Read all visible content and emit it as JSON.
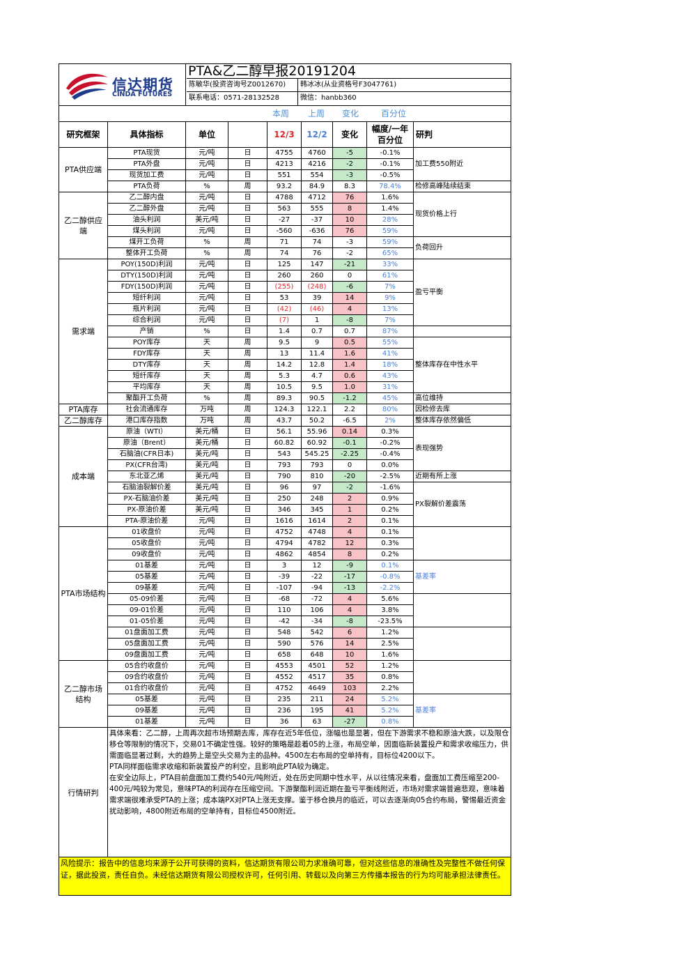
{
  "header": {
    "logo_cn": "信达期货",
    "logo_en": "CINDA FUTURES",
    "title": "PTA&乙二醇早报20191204",
    "analyst1": "陈敏华(投资咨询号Z0012670)",
    "analyst2": "韩冰冰(从业资格号F3047761)",
    "phone": "联系电话：0571-28132528",
    "wechat": "微信：hanbb360"
  },
  "subheader": {
    "this_week": "本周",
    "last_week": "上周",
    "change": "变化",
    "percentile": "百分位"
  },
  "columns": {
    "framework": "研究框架",
    "indicator": "具体指标",
    "unit": "单位",
    "blank": "",
    "d1": "12/3",
    "d2": "12/2",
    "change": "变化",
    "range": "幅度/一年百分位",
    "research": "研判"
  },
  "colors": {
    "up": "#f7c3c7",
    "down": "#c6eac9",
    "red": "#e0262b",
    "blue": "#4a7fd8",
    "risk_bg": "#ffff00"
  },
  "groups": [
    {
      "name": "PTA供应端",
      "rows": [
        {
          "ind": "PTA现货",
          "unit": "元/吨",
          "freq": "日",
          "v1": "4755",
          "v2": "4760",
          "chg": "-5",
          "cc": "dn",
          "pct": "-0.1%",
          "pc": ""
        },
        {
          "ind": "PTA外盘",
          "unit": "元/吨",
          "freq": "日",
          "v1": "4213",
          "v2": "4216",
          "chg": "-2",
          "cc": "dn",
          "pct": "-0.1%",
          "pc": ""
        },
        {
          "ind": "现货加工费",
          "unit": "元/吨",
          "freq": "日",
          "v1": "551",
          "v2": "554",
          "chg": "-3",
          "cc": "dn",
          "pct": "-0.5%",
          "pc": ""
        },
        {
          "ind": "PTA负荷",
          "unit": "%",
          "freq": "周",
          "v1": "93.2",
          "v2": "84.9",
          "chg": "8.3",
          "cc": "",
          "pct": "78.4%",
          "pc": "blue"
        }
      ],
      "research": [
        {
          "text": "加工费550附近",
          "span": 3
        },
        {
          "text": "检修高峰陆续结束",
          "span": 1
        }
      ]
    },
    {
      "name": "乙二醇供应端",
      "rows": [
        {
          "ind": "乙二醇内盘",
          "unit": "元/吨",
          "freq": "日",
          "v1": "4788",
          "v2": "4712",
          "chg": "76",
          "cc": "up",
          "pct": "1.6%",
          "pc": ""
        },
        {
          "ind": "乙二醇外盘",
          "unit": "元/吨",
          "freq": "日",
          "v1": "563",
          "v2": "555",
          "chg": "8",
          "cc": "up",
          "pct": "1.4%",
          "pc": ""
        },
        {
          "ind": "油头利润",
          "unit": "美元/吨",
          "freq": "日",
          "v1": "-27",
          "v2": "-37",
          "chg": "10",
          "cc": "up",
          "pct": "28%",
          "pc": "blue"
        },
        {
          "ind": "煤头利润",
          "unit": "元/吨",
          "freq": "日",
          "v1": "-560",
          "v2": "-636",
          "chg": "76",
          "cc": "up",
          "pct": "59%",
          "pc": "blue"
        },
        {
          "ind": "煤开工负荷",
          "unit": "%",
          "freq": "周",
          "v1": "71",
          "v2": "74",
          "chg": "-3",
          "cc": "",
          "pct": "59%",
          "pc": "blue"
        },
        {
          "ind": "整体开工负荷",
          "unit": "%",
          "freq": "周",
          "v1": "74",
          "v2": "76",
          "chg": "-2",
          "cc": "",
          "pct": "65%",
          "pc": "blue"
        }
      ],
      "research": [
        {
          "text": "现货价格上行",
          "span": 4
        },
        {
          "text": "负荷回升",
          "span": 2
        }
      ]
    },
    {
      "name": "需求端",
      "rows": [
        {
          "ind": "POY(150D)利润",
          "unit": "元/吨",
          "freq": "日",
          "v1": "125",
          "v2": "147",
          "chg": "-21",
          "cc": "dn",
          "pct": "33%",
          "pc": "blue"
        },
        {
          "ind": "DTY(150D)利润",
          "unit": "元/吨",
          "freq": "日",
          "v1": "260",
          "v2": "260",
          "chg": "0",
          "cc": "",
          "pct": "61%",
          "pc": "blue"
        },
        {
          "ind": "FDY(150D)利润",
          "unit": "元/吨",
          "freq": "日",
          "v1": "(255)",
          "v2": "(248)",
          "chg": "-6",
          "cc": "dn",
          "pct": "7%",
          "pc": "blue",
          "vred": true
        },
        {
          "ind": "短纤利润",
          "unit": "元/吨",
          "freq": "日",
          "v1": "53",
          "v2": "39",
          "chg": "14",
          "cc": "up",
          "pct": "9%",
          "pc": "blue"
        },
        {
          "ind": "瓶片利润",
          "unit": "元/吨",
          "freq": "日",
          "v1": "(42)",
          "v2": "(46)",
          "chg": "4",
          "cc": "up",
          "pct": "13%",
          "pc": "blue",
          "vred": true
        },
        {
          "ind": "综合利润",
          "unit": "元/吨",
          "freq": "日",
          "v1": "(7)",
          "v2": "1",
          "chg": "-8",
          "cc": "dn",
          "pct": "7%",
          "pc": "blue",
          "v1red": true
        },
        {
          "ind": "产销",
          "unit": "%",
          "freq": "日",
          "v1": "1.4",
          "v2": "0.7",
          "chg": "0.7",
          "cc": "",
          "pct": "87%",
          "pc": "blue"
        },
        {
          "ind": "POY库存",
          "unit": "天",
          "freq": "周",
          "v1": "9.5",
          "v2": "9",
          "chg": "0.5",
          "cc": "up",
          "pct": "55%",
          "pc": "blue"
        },
        {
          "ind": "FDY库存",
          "unit": "天",
          "freq": "周",
          "v1": "13",
          "v2": "11.4",
          "chg": "1.6",
          "cc": "up",
          "pct": "41%",
          "pc": "blue"
        },
        {
          "ind": "DTY库存",
          "unit": "天",
          "freq": "周",
          "v1": "14.2",
          "v2": "12.8",
          "chg": "1.4",
          "cc": "up",
          "pct": "18%",
          "pc": "blue"
        },
        {
          "ind": "短纤库存",
          "unit": "天",
          "freq": "周",
          "v1": "5.3",
          "v2": "4.7",
          "chg": "0.6",
          "cc": "up",
          "pct": "43%",
          "pc": "blue"
        },
        {
          "ind": "平均库存",
          "unit": "天",
          "freq": "周",
          "v1": "10.5",
          "v2": "9.5",
          "chg": "1.0",
          "cc": "up",
          "pct": "31%",
          "pc": "blue"
        },
        {
          "ind": "聚酯开工负荷",
          "unit": "%",
          "freq": "周",
          "v1": "89.3",
          "v2": "90.5",
          "chg": "-1.2",
          "cc": "dn",
          "pct": "45%",
          "pc": "blue"
        }
      ],
      "research": [
        {
          "text": "盈亏平衡",
          "span": 6
        },
        {
          "text": "",
          "span": 1
        },
        {
          "text": "整体库存在中性水平",
          "span": 5
        },
        {
          "text": "高位维持",
          "span": 1
        }
      ]
    },
    {
      "name": "PTA库存",
      "rows": [
        {
          "ind": "社会流通库存",
          "unit": "万吨",
          "freq": "周",
          "v1": "124.3",
          "v2": "122.1",
          "chg": "2.2",
          "cc": "",
          "pct": "80%",
          "pc": "blue"
        }
      ],
      "research": [
        {
          "text": "因检修去库",
          "span": 1
        }
      ]
    },
    {
      "name": "乙二醇库存",
      "rows": [
        {
          "ind": "港口库存指数",
          "unit": "万吨",
          "freq": "周",
          "v1": "43.7",
          "v2": "50.2",
          "chg": "-6.5",
          "cc": "",
          "pct": "2%",
          "pc": "blue"
        }
      ],
      "research": [
        {
          "text": "整体库存依然偏低",
          "span": 1
        }
      ]
    },
    {
      "name": "成本端",
      "rows": [
        {
          "ind": "原油（WTI）",
          "unit": "美元/桶",
          "freq": "日",
          "v1": "56.1",
          "v2": "55.96",
          "chg": "0.14",
          "cc": "up",
          "pct": "0.3%",
          "pc": ""
        },
        {
          "ind": "原油（Brent）",
          "unit": "美元/桶",
          "freq": "日",
          "v1": "60.82",
          "v2": "60.92",
          "chg": "-0.1",
          "cc": "dn",
          "pct": "-0.2%",
          "pc": ""
        },
        {
          "ind": "石脑油(CFR日本)",
          "unit": "美元/吨",
          "freq": "日",
          "v1": "543",
          "v2": "545.25",
          "chg": "-2.25",
          "cc": "dn",
          "pct": "-0.4%",
          "pc": ""
        },
        {
          "ind": "PX(CFR台湾)",
          "unit": "美元/吨",
          "freq": "日",
          "v1": "793",
          "v2": "793",
          "chg": "0",
          "cc": "",
          "pct": "0.0%",
          "pc": ""
        },
        {
          "ind": "东北亚乙烯",
          "unit": "美元/吨",
          "freq": "日",
          "v1": "790",
          "v2": "810",
          "chg": "-20",
          "cc": "dn",
          "pct": "-2.5%",
          "pc": ""
        },
        {
          "ind": "石脑油裂解价差",
          "unit": "美元/吨",
          "freq": "日",
          "v1": "96",
          "v2": "97",
          "chg": "-2",
          "cc": "dn",
          "pct": "-1.6%",
          "pc": ""
        },
        {
          "ind": "PX-石脑油价差",
          "unit": "美元/吨",
          "freq": "日",
          "v1": "250",
          "v2": "248",
          "chg": "2",
          "cc": "up",
          "pct": "0.9%",
          "pc": ""
        },
        {
          "ind": "PX-原油价差",
          "unit": "美元/吨",
          "freq": "日",
          "v1": "346",
          "v2": "345",
          "chg": "1",
          "cc": "up",
          "pct": "0.2%",
          "pc": ""
        },
        {
          "ind": "PTA-原油价差",
          "unit": "元/吨",
          "freq": "日",
          "v1": "1616",
          "v2": "1614",
          "chg": "2",
          "cc": "up",
          "pct": "0.1%",
          "pc": ""
        }
      ],
      "research": [
        {
          "text": "表现强势",
          "span": 4
        },
        {
          "text": "近期有所上涨",
          "span": 1
        },
        {
          "text": "PX裂解价差震荡",
          "span": 4
        }
      ]
    },
    {
      "name": "PTA市场结构",
      "rows": [
        {
          "ind": "01收盘价",
          "unit": "元/吨",
          "freq": "日",
          "v1": "4752",
          "v2": "4748",
          "chg": "4",
          "cc": "up",
          "pct": "0.1%",
          "pc": ""
        },
        {
          "ind": "05收盘价",
          "unit": "元/吨",
          "freq": "日",
          "v1": "4794",
          "v2": "4782",
          "chg": "12",
          "cc": "up",
          "pct": "0.3%",
          "pc": ""
        },
        {
          "ind": "09收盘价",
          "unit": "元/吨",
          "freq": "日",
          "v1": "4862",
          "v2": "4854",
          "chg": "8",
          "cc": "up",
          "pct": "0.2%",
          "pc": ""
        },
        {
          "ind": "01基差",
          "unit": "元/吨",
          "freq": "日",
          "v1": "3",
          "v2": "12",
          "chg": "-9",
          "cc": "dn",
          "pct": "0.1%",
          "pc": "blue"
        },
        {
          "ind": "05基差",
          "unit": "元/吨",
          "freq": "日",
          "v1": "-39",
          "v2": "-22",
          "chg": "-17",
          "cc": "dn",
          "pct": "-0.8%",
          "pc": "blue"
        },
        {
          "ind": "09基差",
          "unit": "元/吨",
          "freq": "日",
          "v1": "-107",
          "v2": "-94",
          "chg": "-13",
          "cc": "dn",
          "pct": "-2.2%",
          "pc": "blue"
        },
        {
          "ind": "05-09价差",
          "unit": "元/吨",
          "freq": "日",
          "v1": "-68",
          "v2": "-72",
          "chg": "4",
          "cc": "up",
          "pct": "5.6%",
          "pc": ""
        },
        {
          "ind": "09-01价差",
          "unit": "元/吨",
          "freq": "日",
          "v1": "110",
          "v2": "106",
          "chg": "4",
          "cc": "up",
          "pct": "3.8%",
          "pc": ""
        },
        {
          "ind": "01-05价差",
          "unit": "元/吨",
          "freq": "日",
          "v1": "-42",
          "v2": "-34",
          "chg": "-8",
          "cc": "dn",
          "pct": "-23.5%",
          "pc": ""
        },
        {
          "ind": "01盘面加工费",
          "unit": "元/吨",
          "freq": "日",
          "v1": "548",
          "v2": "542",
          "chg": "6",
          "cc": "up",
          "pct": "1.2%",
          "pc": ""
        },
        {
          "ind": "05盘面加工费",
          "unit": "元/吨",
          "freq": "日",
          "v1": "590",
          "v2": "576",
          "chg": "14",
          "cc": "up",
          "pct": "2.5%",
          "pc": ""
        },
        {
          "ind": "09盘面加工费",
          "unit": "元/吨",
          "freq": "日",
          "v1": "658",
          "v2": "648",
          "chg": "10",
          "cc": "up",
          "pct": "1.6%",
          "pc": ""
        }
      ],
      "research": [
        {
          "text": "",
          "span": 3
        },
        {
          "text": "基差率",
          "span": 3,
          "blue": true
        },
        {
          "text": "",
          "span": 3
        },
        {
          "text": "",
          "span": 3
        }
      ]
    },
    {
      "name": "乙二醇市场结构",
      "rows": [
        {
          "ind": "05合约收盘价",
          "unit": "元/吨",
          "freq": "日",
          "v1": "4553",
          "v2": "4501",
          "chg": "52",
          "cc": "up",
          "pct": "1.2%",
          "pc": ""
        },
        {
          "ind": "09合约收盘价",
          "unit": "元/吨",
          "freq": "日",
          "v1": "4552",
          "v2": "4517",
          "chg": "35",
          "cc": "up",
          "pct": "0.8%",
          "pc": ""
        },
        {
          "ind": "01合约收盘价",
          "unit": "元/吨",
          "freq": "日",
          "v1": "4752",
          "v2": "4649",
          "chg": "103",
          "cc": "up",
          "pct": "2.2%",
          "pc": ""
        },
        {
          "ind": "05基差",
          "unit": "元/吨",
          "freq": "日",
          "v1": "235",
          "v2": "211",
          "chg": "24",
          "cc": "up",
          "pct": "5.2%",
          "pc": "blue"
        },
        {
          "ind": "09基差",
          "unit": "元/吨",
          "freq": "日",
          "v1": "236",
          "v2": "195",
          "chg": "41",
          "cc": "up",
          "pct": "5.2%",
          "pc": "blue"
        },
        {
          "ind": "01基差",
          "unit": "元/吨",
          "freq": "日",
          "v1": "36",
          "v2": "63",
          "chg": "-27",
          "cc": "dn",
          "pct": "0.8%",
          "pc": "blue"
        }
      ],
      "research": [
        {
          "text": "",
          "span": 3
        },
        {
          "text": "基差率",
          "span": 3,
          "blue": true
        }
      ]
    }
  ],
  "commentary": {
    "label": "行情研判",
    "paragraphs": [
      "具体来看：乙二醇，上周再次超市场预期去库，库存在近5年低位，涨幅也是显著，但在下游需求不稳和原油大跌，以及限仓移仓等限制的情况下，交易01不确定性强。较好的策略是趁着05的上涨，布局空单，因面临新装置投产和需求收缩压力，供需面临显著过剩，大的趋势上是空头交易为主的品种。4500左右布局的空单持有，目标位4200以下。",
      "PTA同样面临需求收缩和新装置投产的利空，且影响此PTA较为确定。",
      "在安全边际上，PTA目前盘面加工费约540元/吨附近，处在历史同期中性水平，从以往情况来看，盘面加工费压缩至200-400元/吨较为常见，意味PTA的利润存在压缩空间。下游聚酯利润近期在盈亏平衡线附近，市场对需求端普遍悲观，意味着需求端很难承受PTA的上涨；成本端PX对PTA上涨无支撑。鉴于移仓换月的临近，可以去逐渐向05合约布局，警惕最近资金扰动影响，4800附近布局的空单持有，目标位4500附近。"
    ]
  },
  "risk": "风险提示：报告中的信息均来源于公开可获得的资料，信达期货有限公司力求准确可靠，但对这些信息的准确性及完整性不做任何保证，据此投资，责任自负。未经信达期货有限公司授权许可，任何引用、转载以及向第三方传播本报告的行为均可能承担法律责任。"
}
